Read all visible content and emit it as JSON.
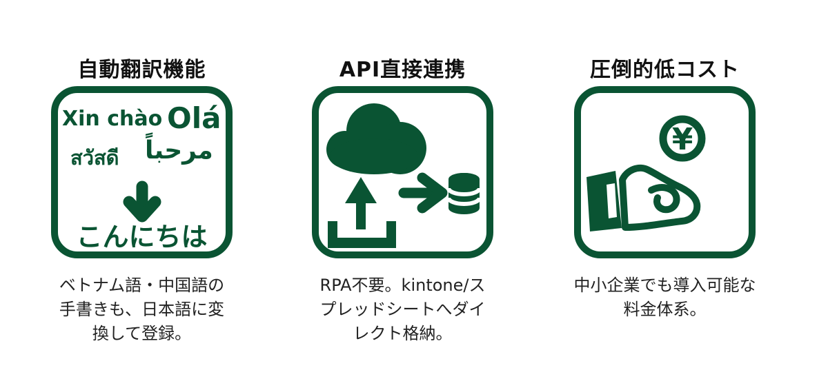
{
  "colors": {
    "accent_green": "#0a5433",
    "title_text": "#111111",
    "body_text": "#222222",
    "background": "#ffffff"
  },
  "cards": [
    {
      "title": "自動翻訳機能",
      "icon": "multilingual-translation-icon",
      "greetings": {
        "vietnamese": "Xin chào",
        "portuguese": "Olá",
        "thai": "สวัสดี",
        "arabic": "مرحباً",
        "japanese": "こんにちは"
      },
      "description_lines": [
        "ベトナム語・中国語の",
        "手書きも、日本語に変",
        "換して登録。"
      ]
    },
    {
      "title": "API直接連携",
      "icon": "cloud-upload-to-database-icon",
      "description_lines": [
        "RPA不要。kintone/ス",
        "プレッドシートへダイ",
        "レクト格納。"
      ]
    },
    {
      "title": "圧倒的低コスト",
      "icon": "hand-receiving-yen-coin-icon",
      "currency_symbol": "¥",
      "description_lines": [
        "中小企業でも導入可能な",
        "料金体系。"
      ]
    }
  ]
}
